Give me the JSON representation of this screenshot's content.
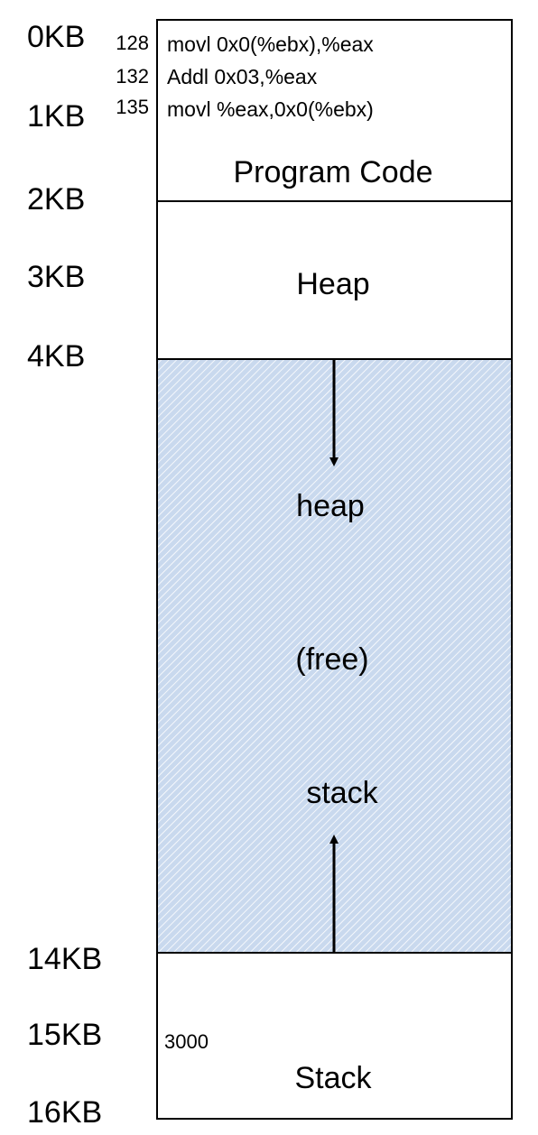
{
  "address_labels": [
    "0KB",
    "1KB",
    "2KB",
    "3KB",
    "4KB",
    "14KB",
    "15KB",
    "16KB"
  ],
  "code_segment": {
    "title": "Program Code",
    "instructions": [
      {
        "offset": "128",
        "text": "movl 0x0(%ebx),%eax"
      },
      {
        "offset": "132",
        "text": "Addl 0x03,%eax"
      },
      {
        "offset": "135",
        "text": "movl %eax,0x0(%ebx)"
      }
    ]
  },
  "heap_segment": {
    "title": "Heap"
  },
  "free_segment": {
    "heap_label": "heap",
    "free_label": "(free)",
    "stack_label": "stack",
    "fill_color": "#c9d9ee",
    "stripe_color": "#ffffff"
  },
  "stack_segment": {
    "title": "Stack",
    "value": "3000"
  }
}
